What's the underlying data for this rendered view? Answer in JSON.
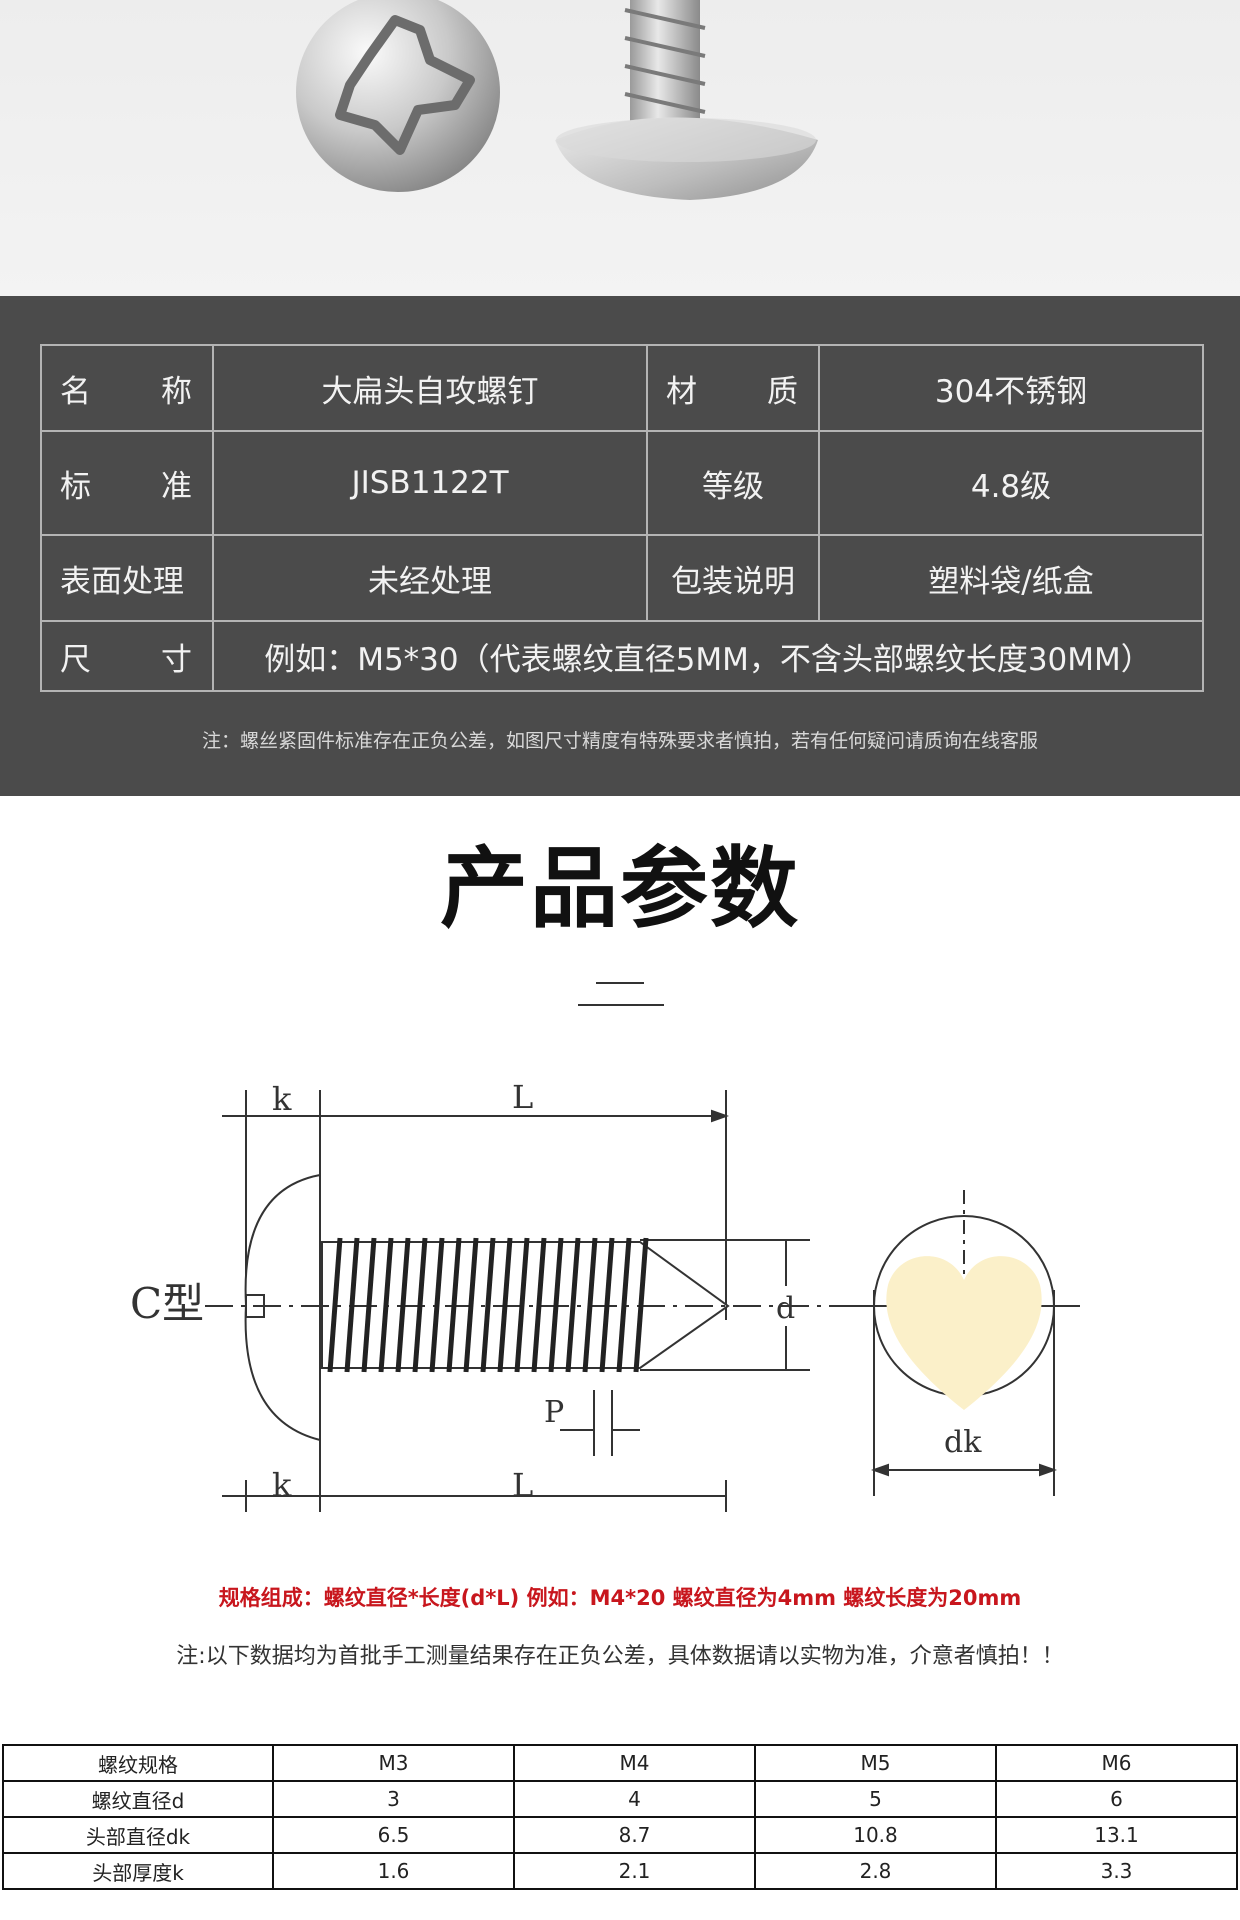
{
  "spec_table": {
    "rows": [
      {
        "label_chars": [
          "名",
          "称"
        ],
        "value": "大扁头自攻螺钉",
        "label2_chars": [
          "材",
          "质"
        ],
        "value2": "304不锈钢"
      },
      {
        "label_chars": [
          "标",
          "准"
        ],
        "value": "JISB1122T",
        "label2": "等级",
        "value2": "4.8级"
      },
      {
        "label": "表面处理",
        "value": "未经处理",
        "label2": "包装说明",
        "value2": "塑料袋/纸盒"
      },
      {
        "label_chars": [
          "尺",
          "寸"
        ],
        "value": "例如：M5*30（代表螺纹直径5MM，不含头部螺纹长度30MM）"
      }
    ],
    "note": "注：螺丝紧固件标准存在正负公差，如图尺寸精度有特殊要求者慎拍，若有任何疑问请质询在线客服"
  },
  "section_title": "产品参数",
  "diagram": {
    "label_k_top": "k",
    "label_L_top": "L",
    "label_k_bottom": "k",
    "label_L_bottom": "L",
    "label_type": "C型",
    "label_d": "d",
    "label_P": "P",
    "label_dk": "dk"
  },
  "spec_formula": "规格组成：螺纹直径*长度(d*L) 例如：M4*20 螺纹直径为4mm 螺纹长度为20mm",
  "data_note": "注:以下数据均为首批手工测量结果存在正负公差，具体数据请以实物为准，介意者慎拍！！",
  "size_table": {
    "header": [
      "螺纹规格",
      "M3",
      "M4",
      "M5",
      "M6"
    ],
    "rows": [
      [
        "螺纹直径d",
        "3",
        "4",
        "5",
        "6"
      ],
      [
        "头部直径dk",
        "6.5",
        "8.7",
        "10.8",
        "13.1"
      ],
      [
        "头部厚度k",
        "1.6",
        "2.1",
        "2.8",
        "3.3"
      ]
    ]
  },
  "colors": {
    "panel_bg": "#4b4b4b",
    "accent_red": "#c8161d",
    "heart_fill": "#fbf0c9"
  }
}
